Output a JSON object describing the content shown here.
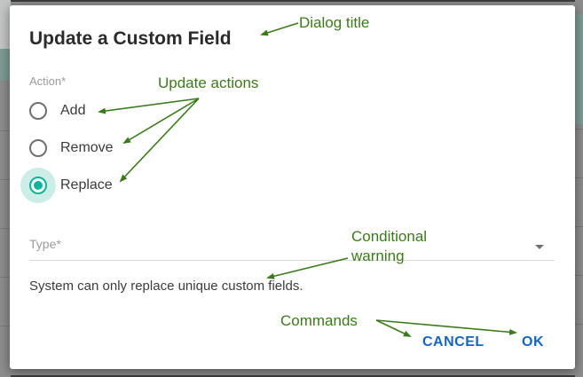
{
  "dialog": {
    "title": "Update a Custom Field",
    "action_group": {
      "label": "Action*",
      "options": [
        {
          "label": "Add",
          "selected": false
        },
        {
          "label": "Remove",
          "selected": false
        },
        {
          "label": "Replace",
          "selected": true
        }
      ]
    },
    "type_field": {
      "label": "Type*",
      "value": "",
      "icon": "dropdown-caret-icon"
    },
    "warning": "System can only replace unique custom fields.",
    "buttons": {
      "cancel": "CANCEL",
      "ok": "OK"
    }
  },
  "annotations": {
    "dialog_title": "Dialog title",
    "update_actions": "Update actions",
    "conditional_warning_line1": "Conditional",
    "conditional_warning_line2": "warning",
    "commands": "Commands"
  },
  "colors": {
    "annotation_green": "#3b7a1b",
    "button_blue": "#1565c0",
    "radio_selected_teal": "#0ab69a",
    "radio_halo_mint": "#cdeee6",
    "backdrop_gray": "#8d8d8d",
    "backdrop_teal": "#7e9c95"
  }
}
